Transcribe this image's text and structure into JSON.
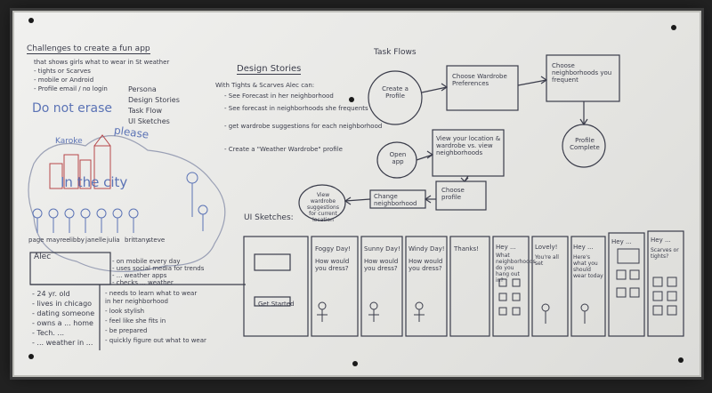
{
  "left": {
    "title": "Challenges to create a fun app",
    "lines": [
      "that shows girls what to wear in St weather",
      "- tights or Scarves",
      "- mobile or Android",
      "- Profile email / no login"
    ],
    "checklist": [
      "Persona",
      "Design Stories",
      "Task Flow",
      "UI Sketches"
    ],
    "do_not_erase": "Do not erase",
    "please": "please",
    "city_word": "Karoke",
    "in_the_city": "In the city",
    "names": [
      "page",
      "mayree",
      "libby",
      "janelle",
      "julia",
      "brittany",
      "steve"
    ],
    "persona_name": "Alec",
    "persona_lines": [
      "- 24 yr. old",
      "- lives in chicago",
      "- dating someone",
      "- owns a ... home",
      "- Tech. ...",
      "- ... weather in ..."
    ],
    "persona_notes_right": [
      "- needs to learn what to wear",
      "  in her neighborhood",
      "- look stylish",
      "- feel like she fits in",
      "- be prepared",
      "- quickly figure out what to wear"
    ],
    "persona_notes_top": [
      "- on mobile every day",
      "- uses social media for trends",
      "- ... weather apps",
      "- checks ... weather"
    ]
  },
  "design_stories": {
    "title": "Design Stories",
    "intro": "With Tights & Scarves Alec can:",
    "items": [
      "- See Forecast in her neighborhood",
      "- See forecast in neighborhoods she frequents",
      "- get wardrobe suggestions for each neighborhood",
      "- Create a \"Weather Wardrobe\" profile"
    ]
  },
  "task_flows": {
    "title": "Task Flows",
    "create_profile": "Create a Profile",
    "choose_wardrobe": "Choose Wardrobe Preferences",
    "choose_neighborhoods": "Choose neighborhoods you frequent",
    "profile_complete": "Profile Complete",
    "open_app": "Open app",
    "view_location": "View your location & wardrobe vs. view neighborhoods",
    "choose_profile": "Choose profile",
    "change_neighborhood": "Change neighborhood",
    "view_wardrobe": "View wardrobe suggestions for current location"
  },
  "ui_sketches": {
    "title": "UI Sketches:",
    "screens": [
      {
        "heading": "",
        "body": "Get Started"
      },
      {
        "heading": "Foggy Day!",
        "body": "How would you dress?"
      },
      {
        "heading": "Sunny Day!",
        "body": "How would you dress?"
      },
      {
        "heading": "Windy Day!",
        "body": "How would you dress?"
      },
      {
        "heading": "Thanks!",
        "body": ""
      },
      {
        "heading": "Hey ...",
        "body": "What neighborhoods do you hang out in?"
      },
      {
        "heading": "Lovely!",
        "body": "You're all set"
      },
      {
        "heading": "Hey ...",
        "body": "Here's what you should wear today"
      },
      {
        "heading": "Hey ...",
        "body": ""
      },
      {
        "heading": "Hey ...",
        "body": "Scarves or tights?"
      }
    ]
  }
}
